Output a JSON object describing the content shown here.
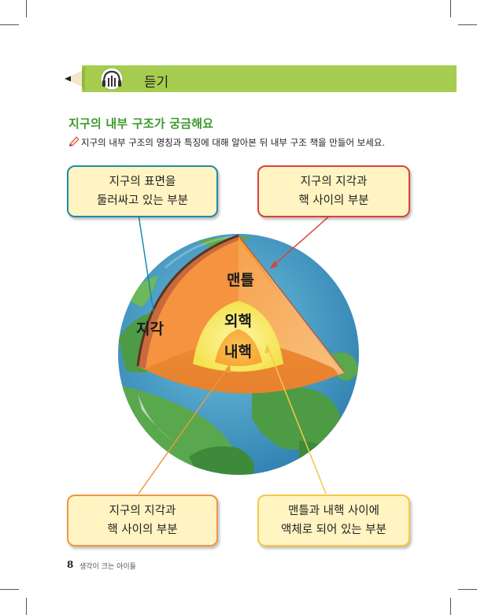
{
  "section": {
    "label": "듣기"
  },
  "title": "지구의 내부 구조가 궁금해요",
  "instruction": "지구의 내부 구조의 명칭과 특징에 대해 알아본 뒤 내부 구조 책을 만들어 보세요.",
  "callouts": {
    "top_left": {
      "line1": "지구의 표면을",
      "line2": "둘러싸고 있는 부분"
    },
    "top_right": {
      "line1": "지구의 지각과",
      "line2": "핵 사이의 부분"
    },
    "bottom_left": {
      "line1": "지구의 지각과",
      "line2": "핵 사이의 부분"
    },
    "bottom_right": {
      "line1": "맨틀과 내핵 사이에",
      "line2": "액체로 되어 있는 부분"
    }
  },
  "layers": {
    "crust": "지각",
    "mantle": "맨틀",
    "outer_core": "외핵",
    "inner_core": "내핵"
  },
  "footer": {
    "page_number": "8",
    "book_title": "생각이 크는 아이들"
  },
  "colors": {
    "banner": "#a6cd4f",
    "title": "#3e9a2e",
    "callout_fill": "#fff4c2",
    "blue": "#1d8aab",
    "red": "#d6443b",
    "orange": "#ee9740",
    "yellow": "#f2c94a"
  }
}
